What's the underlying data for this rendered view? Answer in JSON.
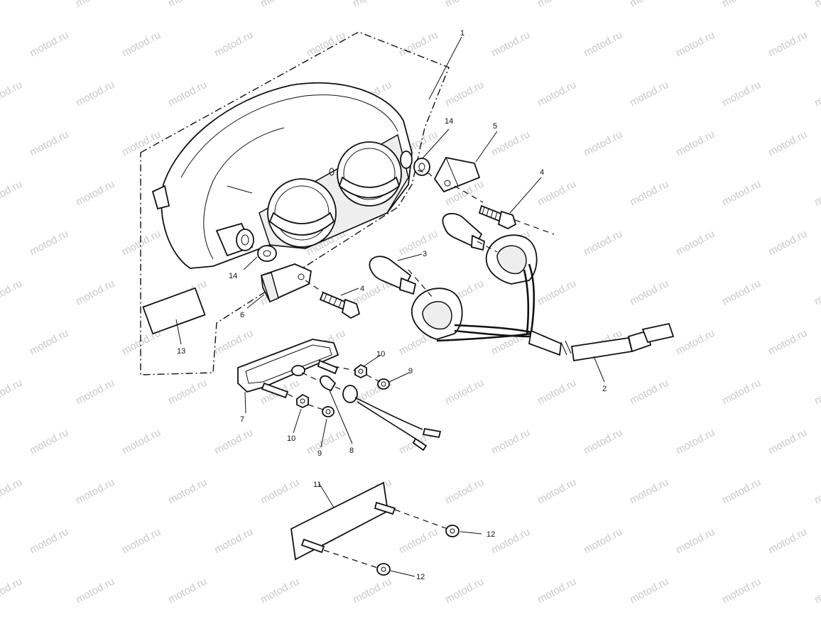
{
  "watermark": {
    "text": "motod.ru",
    "color": "#c9c9c9"
  },
  "callouts": [
    {
      "id": "c1",
      "text": "1"
    },
    {
      "id": "c2",
      "text": "2"
    },
    {
      "id": "c3",
      "text": "3"
    },
    {
      "id": "c4a",
      "text": "4"
    },
    {
      "id": "c4b",
      "text": "4"
    },
    {
      "id": "c5",
      "text": "5"
    },
    {
      "id": "c6",
      "text": "6"
    },
    {
      "id": "c7",
      "text": "7"
    },
    {
      "id": "c8",
      "text": "8"
    },
    {
      "id": "c9a",
      "text": "9"
    },
    {
      "id": "c9b",
      "text": "9"
    },
    {
      "id": "c10a",
      "text": "10"
    },
    {
      "id": "c10b",
      "text": "10"
    },
    {
      "id": "c11",
      "text": "11"
    },
    {
      "id": "c12a",
      "text": "12"
    },
    {
      "id": "c12b",
      "text": "12"
    },
    {
      "id": "c13",
      "text": "13"
    },
    {
      "id": "c14a",
      "text": "14"
    },
    {
      "id": "c14b",
      "text": "14"
    }
  ]
}
